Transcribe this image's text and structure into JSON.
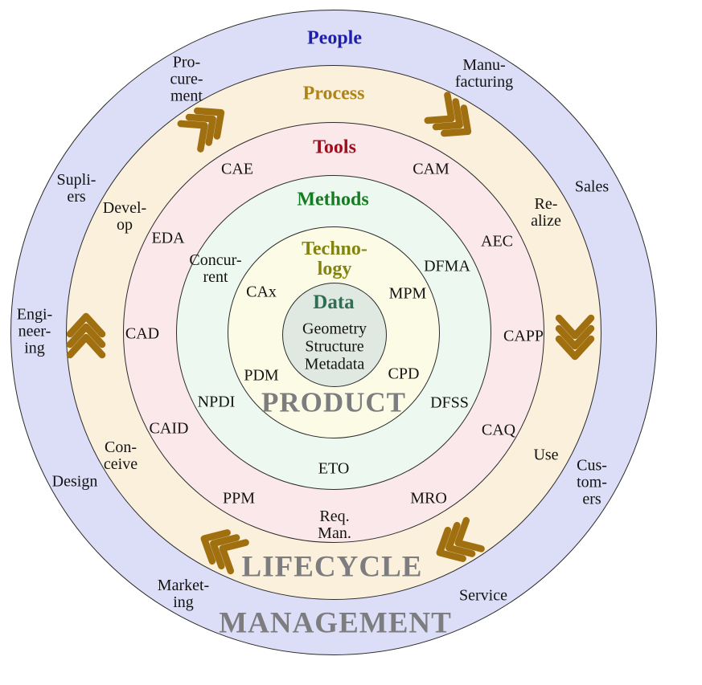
{
  "diagram": {
    "name": "Product Lifecycle Management concentric circles",
    "watermarks": {
      "product": "PRODUCT",
      "lifecycle": "LIFECYCLE",
      "management": "MANAGEMENT"
    },
    "center_circle": {
      "title": "Data",
      "items": {
        "geometry": "Geometry",
        "structure": "Structure",
        "metadata": "Metadata"
      }
    },
    "rings": {
      "technology": {
        "title": "Techno-\nlogy",
        "items": {
          "cax": "CAx",
          "mpm": "MPM",
          "pdm": "PDM",
          "cpd": "CPD"
        }
      },
      "methods": {
        "title": "Methods",
        "items": {
          "concurrent": "Concur-\nrent",
          "dfma": "DFMA",
          "npdi": "NPDI",
          "dfss": "DFSS",
          "eto": "ETO"
        }
      },
      "tools": {
        "title": "Tools",
        "items": {
          "cae": "CAE",
          "cam": "CAM",
          "eda": "EDA",
          "aec": "AEC",
          "cad": "CAD",
          "capp": "CAPP",
          "caid": "CAID",
          "caq": "CAQ",
          "ppm": "PPM",
          "mro": "MRO",
          "req_man": "Req.\nMan."
        }
      },
      "process": {
        "title": "Process",
        "items": {
          "develop": "Devel-\nop",
          "realize": "Re-\nalize",
          "use": "Use",
          "conceive": "Con-\nceive"
        }
      },
      "people": {
        "title": "People",
        "items": {
          "procurement": "Pro-\ncure-\nment",
          "manufacturing": "Manu-\nfacturing",
          "suppliers": "Supli-\ners",
          "sales": "Sales",
          "engineering": "Engi-\nneer-\ning",
          "customers": "Cus-\ntom-\ners",
          "design": "Design",
          "marketing": "Market-\ning",
          "service": "Service"
        }
      }
    },
    "colors": {
      "people_ring": "#dcddf6",
      "process_ring": "#faf0dc",
      "tools_ring": "#fae8ea",
      "methods_ring": "#edf8f1",
      "technology_ring": "#fcfce6",
      "data_circle": "#dfe9e2",
      "people_title": "#1f1fae",
      "process_title": "#b08414",
      "tools_title": "#a00d1d",
      "methods_title": "#147d1f",
      "technology_title": "#838310",
      "data_title": "#2f6d57",
      "watermark_gray": "#7d7d80",
      "chevron_gold": "#a06f10",
      "circle_stroke": "#2b2b2b"
    }
  }
}
